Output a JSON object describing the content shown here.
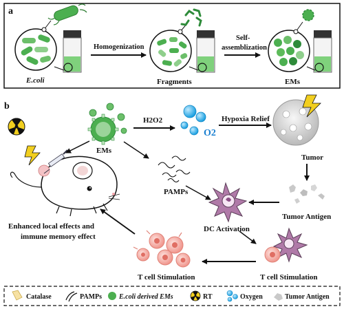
{
  "panel_a": {
    "letter": "a",
    "labels": {
      "ecoli": "E.coli",
      "fragments": "Fragments",
      "ems": "EMs"
    },
    "arrows": {
      "homogenization": "Homogenization",
      "self_assembly_line1": "Self-",
      "self_assembly_line2": "assemblization"
    }
  },
  "panel_b": {
    "letter": "b",
    "labels": {
      "ems": "EMs",
      "h2o2": "H2O2",
      "o2": "O2",
      "hypoxia_relief": "Hypoxia Relief",
      "tumor": "Tumor",
      "pamps": "PAMPs",
      "tumor_antigen": "Tumor Antigen",
      "dc_activation": "DC Activation",
      "t_cell_stim_right": "T cell Stimulation",
      "t_cell_stim_left": "T cell Stimulation",
      "enhanced_line1": "Enhanced local effects and",
      "enhanced_line2": "immune memory effect"
    }
  },
  "legend": {
    "items": [
      {
        "icon": "catalase-icon",
        "label": "Catalase"
      },
      {
        "icon": "pamps-icon",
        "label": "PAMPs"
      },
      {
        "icon": "ecoli-em-icon",
        "label": "E.coli derived EMs"
      },
      {
        "icon": "radiation-icon",
        "label": "RT"
      },
      {
        "icon": "oxygen-icon",
        "label": "Oxygen"
      },
      {
        "icon": "tumor-antigen-icon",
        "label": "Tumor Antigen"
      }
    ]
  },
  "colors": {
    "bacteria_green": "#4caf50",
    "light_green": "#9bd49a",
    "dark_green": "#2e8b3a",
    "oxygen_blue": "#1fa9e8",
    "cell_pink": "#f4a7a0",
    "dc_purple": "#b07aa8",
    "radiation_yellow": "#f2cf1f"
  }
}
